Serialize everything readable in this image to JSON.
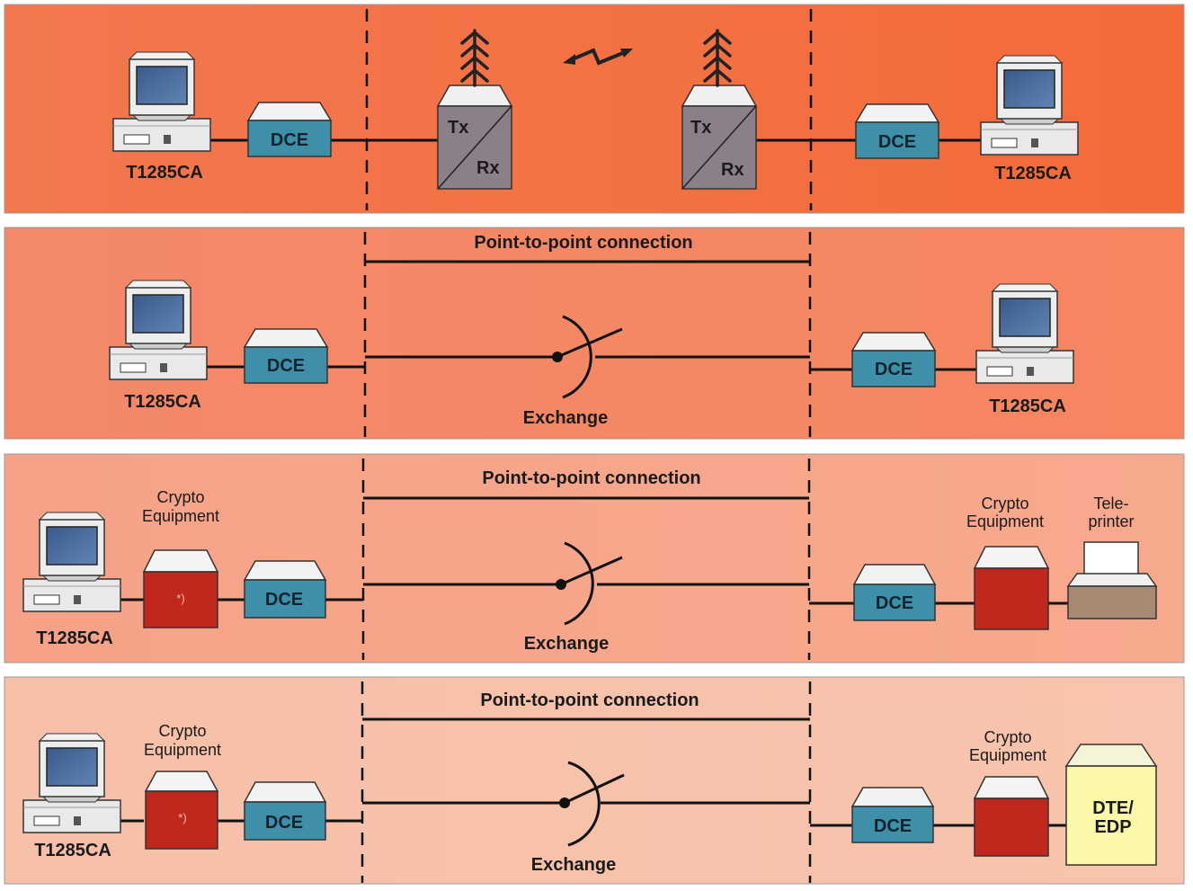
{
  "panel1": {
    "left_computer_label": "T1285CA",
    "left_dce_label": "DCE",
    "left_radio_tx": "Tx",
    "left_radio_rx": "Rx",
    "right_radio_tx": "Tx",
    "right_radio_rx": "Rx",
    "right_dce_label": "DCE",
    "right_computer_label": "T1285CA"
  },
  "panel2": {
    "connection_label": "Point-to-point connection",
    "exchange_label": "Exchange",
    "left_computer_label": "T1285CA",
    "left_dce_label": "DCE",
    "right_dce_label": "DCE",
    "right_computer_label": "T1285CA"
  },
  "panel3": {
    "connection_label": "Point-to-point connection",
    "exchange_label": "Exchange",
    "left_computer_label": "T1285CA",
    "left_crypto_label_line1": "Crypto",
    "left_crypto_label_line2": "Equipment",
    "left_crypto_mark": "*)",
    "left_dce_label": "DCE",
    "right_dce_label": "DCE",
    "right_crypto_label_line1": "Crypto",
    "right_crypto_label_line2": "Equipment",
    "teleprinter_label_line1": "Tele-",
    "teleprinter_label_line2": "printer"
  },
  "panel4": {
    "connection_label": "Point-to-point connection",
    "exchange_label": "Exchange",
    "left_computer_label": "T1285CA",
    "left_crypto_label_line1": "Crypto",
    "left_crypto_label_line2": "Equipment",
    "left_crypto_mark": "*)",
    "left_dce_label": "DCE",
    "right_dce_label": "DCE",
    "right_crypto_label_line1": "Crypto",
    "right_crypto_label_line2": "Equipment",
    "dte_label_line1": "DTE/",
    "dte_label_line2": "EDP"
  },
  "colors": {
    "dce_fill": "#3f8fa8",
    "crypto_fill": "#c0281e",
    "radio_fill": "#8c8088",
    "dte_fill": "#fbf7a8",
    "teleprinter_fill": "#a88a72"
  }
}
